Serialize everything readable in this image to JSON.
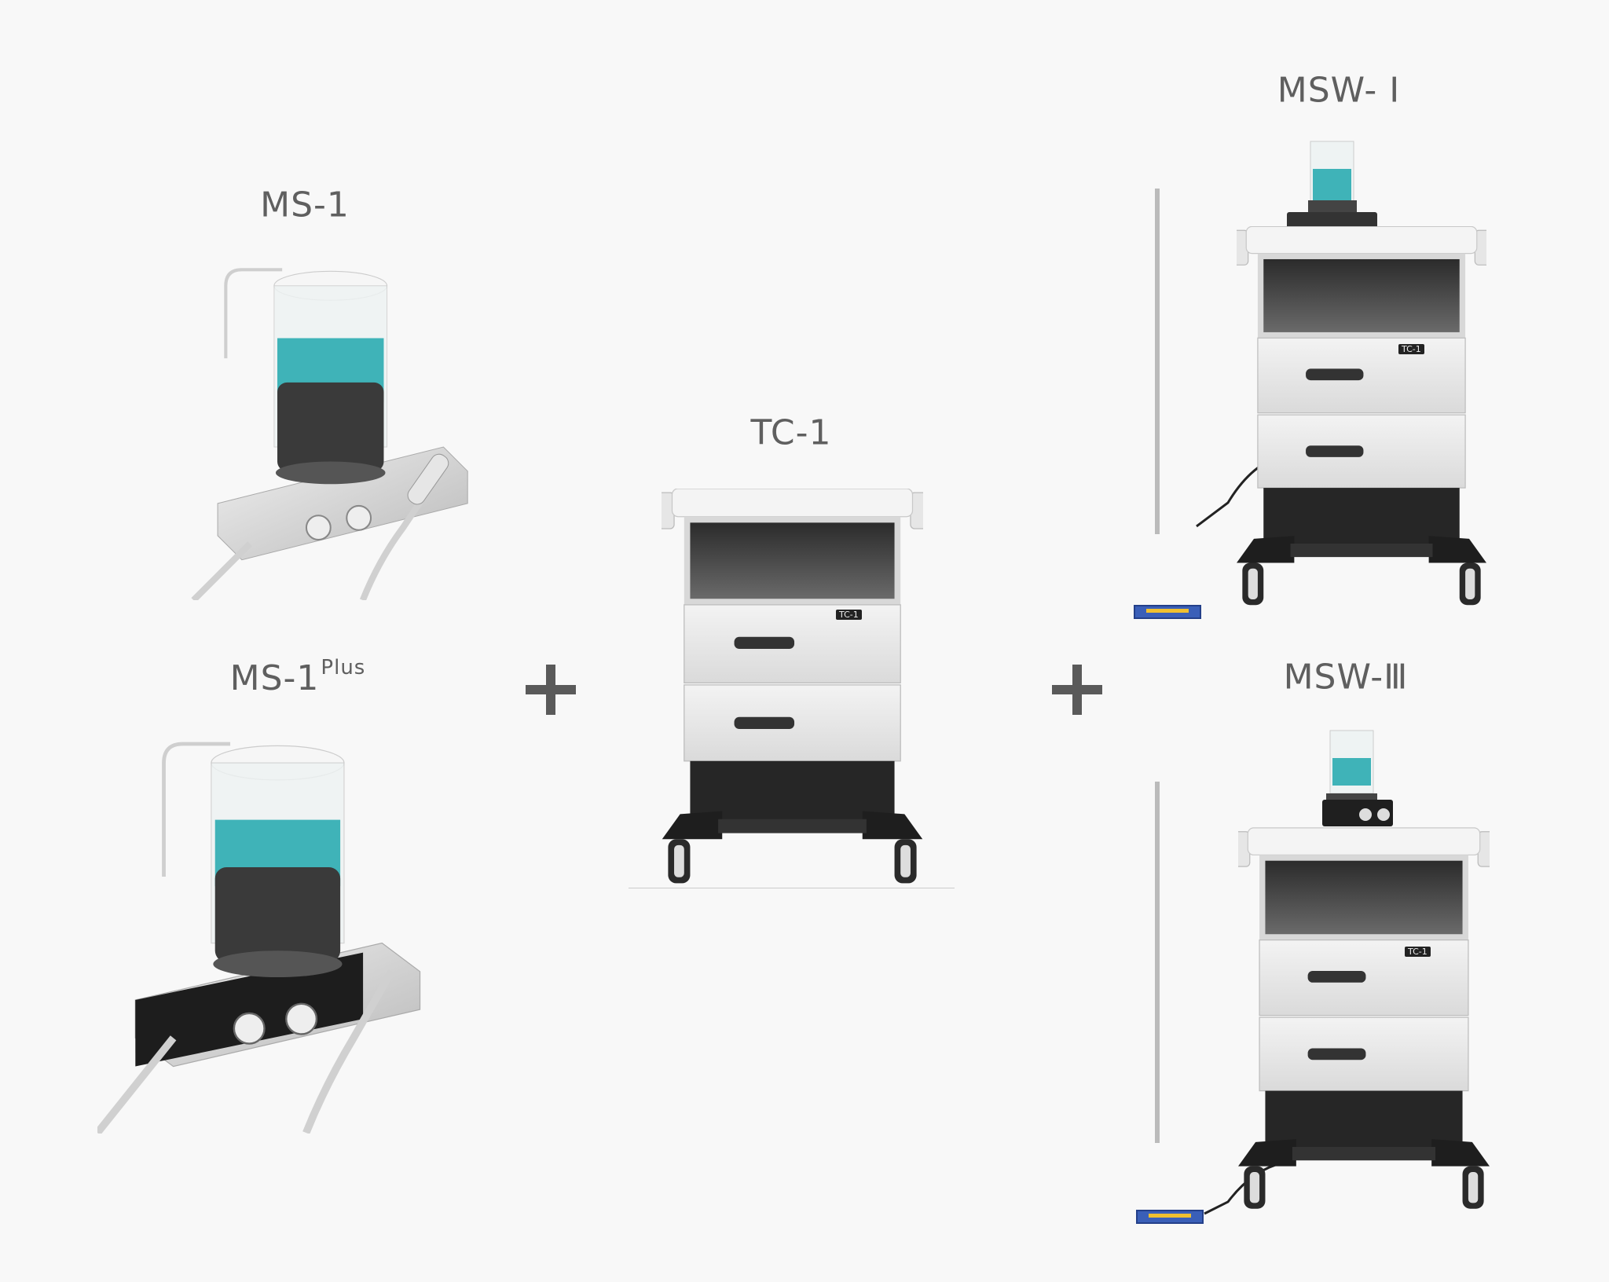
{
  "products": {
    "ms1": {
      "name": "MS-1"
    },
    "ms1plus": {
      "name": "MS-1",
      "superscript": "Plus"
    },
    "tc1": {
      "name": "TC-1",
      "badge": "TC-1"
    },
    "mswi": {
      "name": "MSW- I",
      "badge": "TC-1"
    },
    "mswiii": {
      "name": "MSW-Ⅲ",
      "badge": "TC-1"
    }
  },
  "operators": {
    "plus_1": "+",
    "plus_2": "+"
  },
  "colors": {
    "liquid": "#3fb3b8",
    "cart_body": "#e9e9e9",
    "cart_base": "#2a2a2a",
    "pedal": "#3a5fb8"
  }
}
